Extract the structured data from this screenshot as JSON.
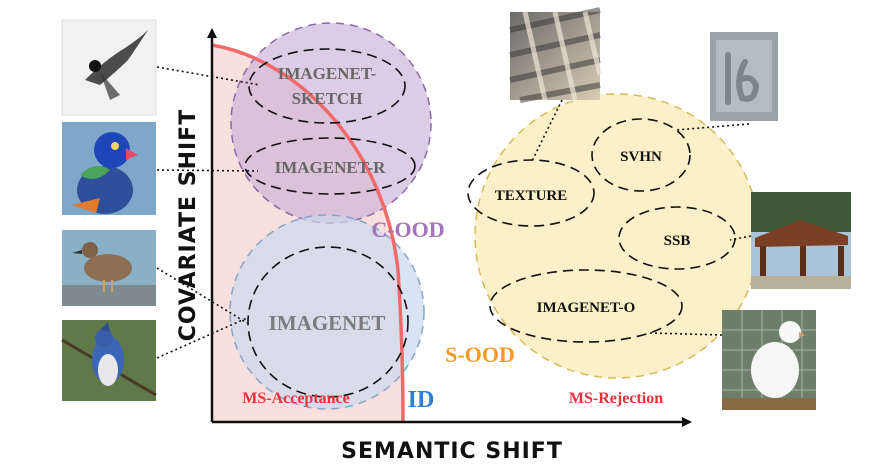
{
  "axes": {
    "x_label": "SEMANTIC SHIFT",
    "y_label": "COVARIATE SHIFT"
  },
  "regions": {
    "c_ood": "C-OOD",
    "s_ood": "S-OOD",
    "id": "ID",
    "ms_acceptance": "MS-Acceptance",
    "ms_rejection": "MS-Rejection"
  },
  "datasets": {
    "imagenet_sketch_line1": "IMAGENET-",
    "imagenet_sketch_line2": "SKETCH",
    "imagenet_r": "IMAGENET-R",
    "imagenet": "IMAGENET",
    "texture": "TEXTURE",
    "svhn": "SVHN",
    "ssb": "SSB",
    "imagenet_o": "IMAGENET-O"
  },
  "colors": {
    "c_ood_fill": "#dcc6e2",
    "c_ood_stroke": "#8a6aa6",
    "id_fill": "#cfe0f3",
    "s_ood_fill": "#fbeec2",
    "s_ood_stroke": "#d8b85a",
    "acceptance_fill": "#f9dcdc",
    "boundary": "#f06a6a",
    "c_ood_text": "#a276b8",
    "s_ood_text": "#f39a2a",
    "id_text": "#2f7fd6",
    "ms_text": "#e8323c"
  },
  "thumbnails": [
    {
      "name": "magpie-sketch-thumbnail",
      "subject": "magpie sketch"
    },
    {
      "name": "parrot-painting-thumbnail",
      "subject": "parrot painting"
    },
    {
      "name": "sandpiper-photo-thumbnail",
      "subject": "sandpiper photo"
    },
    {
      "name": "blue-jay-photo-thumbnail",
      "subject": "blue jay photo"
    },
    {
      "name": "woven-texture-thumbnail",
      "subject": "woven texture"
    },
    {
      "name": "house-number-thumbnail",
      "subject": "house number digits"
    },
    {
      "name": "wooden-shelter-thumbnail",
      "subject": "wooden shelter"
    },
    {
      "name": "white-dove-thumbnail",
      "subject": "white dove"
    }
  ]
}
